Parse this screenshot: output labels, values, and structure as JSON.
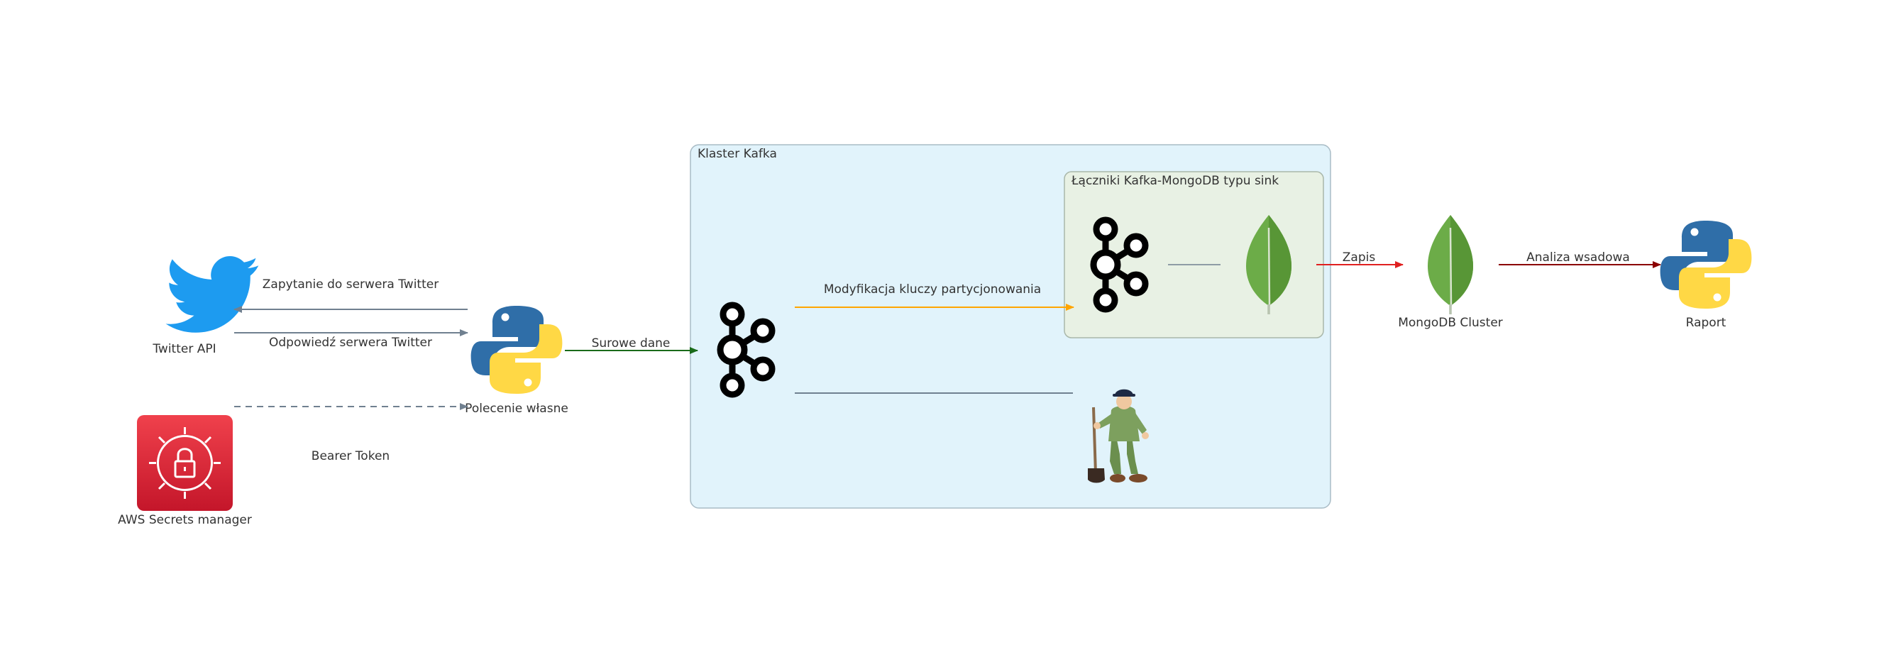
{
  "labels": {
    "twitter_api": "Twitter API",
    "aws_secrets": "AWS Secrets manager",
    "custom_command": "Polecenie własne",
    "kafka_cluster": "Klaster Kafka",
    "sink_connectors": "Łączniki Kafka-MongoDB typu sink",
    "mongodb_cluster": "MongoDB Cluster",
    "report": "Raport"
  },
  "edges": {
    "request": "Zapytanie do serwera Twitter",
    "response": "Odpowiedź serwera Twitter",
    "bearer_token": "Bearer Token",
    "raw_data": "Surowe dane",
    "partition_keys": "Modyfikacja kluczy partycjonowania",
    "write": "Zapis",
    "batch_analysis": "Analiza wsadowa"
  },
  "colors": {
    "kafka_box_fill": "#e1f3fb",
    "kafka_box_stroke": "#a9bcc6",
    "sink_box_fill": "#e8f1e4",
    "sink_box_stroke": "#a9b7a9",
    "request_arrow": "#708090",
    "raw_data_arrow": "#1a6b1a",
    "partition_arrow": "#ffa500",
    "write_arrow": "#e02020",
    "batch_arrow": "#8b0000",
    "twitter_blue": "#1d9bf0",
    "aws_red": "#dd2a3a",
    "python_blue": "#2f6ea8",
    "python_yellow": "#ffd845",
    "mongo_green": "#589636"
  },
  "icons": [
    "twitter-bird-icon",
    "aws-secrets-manager-icon",
    "python-icon",
    "kafka-icon",
    "mongodb-leaf-icon",
    "janitor-figure-icon"
  ]
}
